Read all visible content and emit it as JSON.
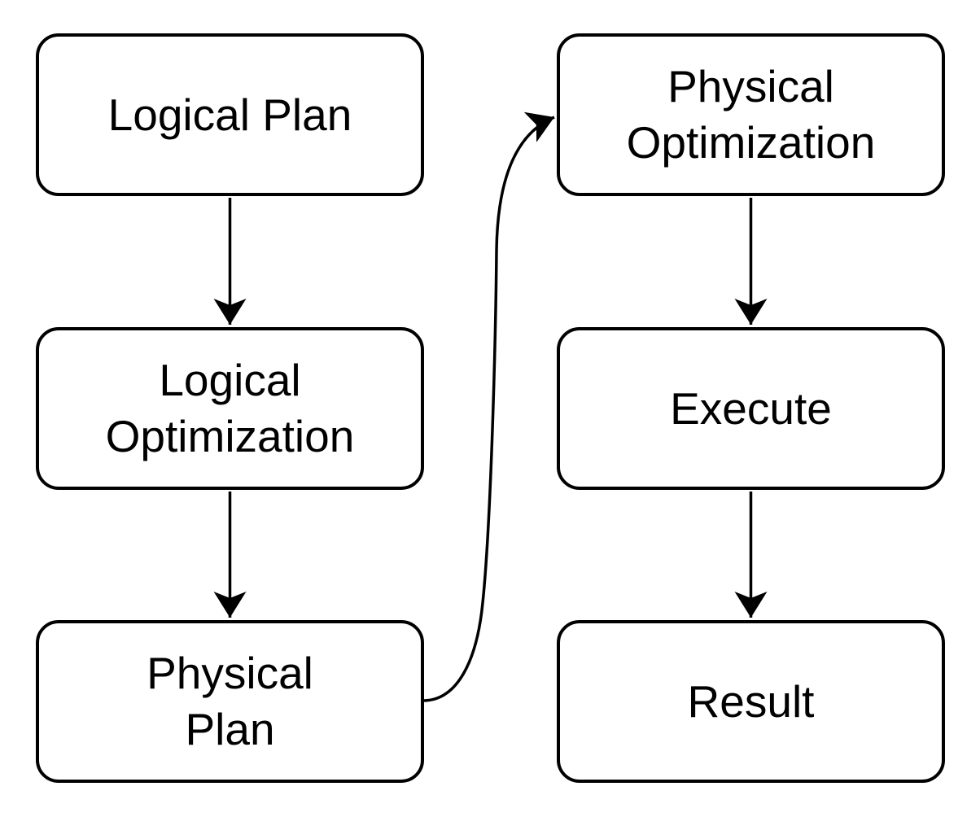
{
  "diagram": {
    "type": "flowchart",
    "colors": {
      "node_fill": "#ffffff",
      "node_stroke": "#000000",
      "text": "#000000",
      "arrow": "#000000"
    },
    "nodes": [
      {
        "id": "logical-plan",
        "label": "Logical Plan",
        "lines": [
          "Logical Plan"
        ]
      },
      {
        "id": "logical-optimization",
        "label": "Logical Optimization",
        "lines": [
          "Logical",
          "Optimization"
        ]
      },
      {
        "id": "physical-plan",
        "label": "Physical Plan",
        "lines": [
          "Physical",
          "Plan"
        ]
      },
      {
        "id": "physical-optimization",
        "label": "Physical Optimization",
        "lines": [
          "Physical",
          "Optimization"
        ]
      },
      {
        "id": "execute",
        "label": "Execute",
        "lines": [
          "Execute"
        ]
      },
      {
        "id": "result",
        "label": "Result",
        "lines": [
          "Result"
        ]
      }
    ],
    "edges": [
      {
        "from": "logical-plan",
        "to": "logical-optimization",
        "style": "straight-down"
      },
      {
        "from": "logical-optimization",
        "to": "physical-plan",
        "style": "straight-down"
      },
      {
        "from": "physical-plan",
        "to": "physical-optimization",
        "style": "curved-up-right"
      },
      {
        "from": "physical-optimization",
        "to": "execute",
        "style": "straight-down"
      },
      {
        "from": "execute",
        "to": "result",
        "style": "straight-down"
      }
    ]
  }
}
